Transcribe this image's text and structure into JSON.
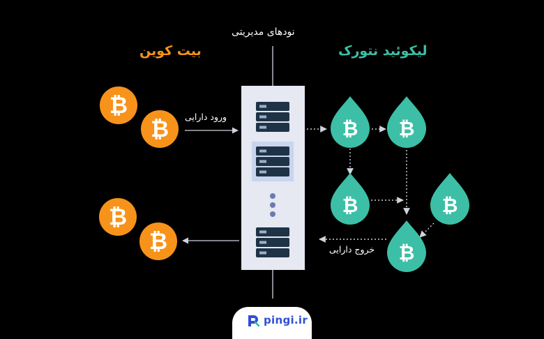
{
  "titles": {
    "bitcoin": "بیت کوین",
    "liquid": "لیکوئید نتورک",
    "nodes": "نودهای مدیریتی"
  },
  "arrows": {
    "deposit": "ورود دارایی",
    "withdraw": "خروج دارایی"
  },
  "brand": {
    "name": "pingi.ir",
    "icon": "pingi-logo-icon"
  },
  "icons": {
    "coin": "bitcoin-coin-icon",
    "drop": "liquid-bitcoin-drop-icon",
    "server": "server-rack-icon"
  },
  "colors": {
    "background": "#000000",
    "bitcoin_orange": "#f7931a",
    "liquid_teal": "#3cbfa6",
    "panel": "#e6e8f2",
    "server": "#1f3347"
  }
}
